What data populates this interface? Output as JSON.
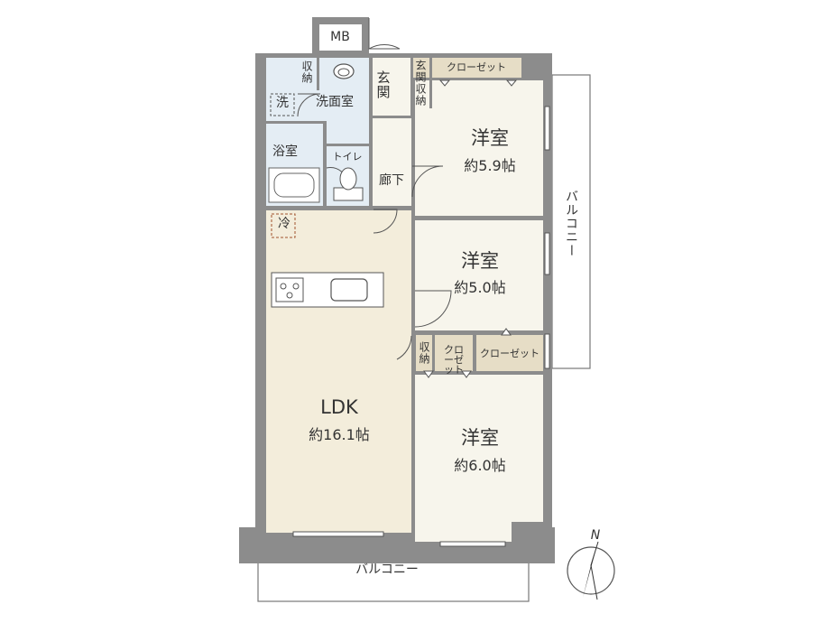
{
  "rooms": {
    "ldk": {
      "name": "LDK",
      "size": "約16.1帖"
    },
    "west_north": {
      "name": "洋室",
      "size": "約5.9帖"
    },
    "west_middle": {
      "name": "洋室",
      "size": "約5.0帖"
    },
    "west_south": {
      "name": "洋室",
      "size": "約6.0帖"
    }
  },
  "labels": {
    "mb": "MB",
    "storage_top": "収納",
    "washroom": "洗面室",
    "washer": "洗",
    "bathroom": "浴室",
    "toilet": "トイレ",
    "corridor": "廊下",
    "entrance": "玄関",
    "entrance_storage": "玄関収納",
    "closet_top": "クローゼット",
    "fridge": "冷",
    "storage_mid": "収納",
    "closet_small": "クローゼット",
    "closet_mid": "クローゼット",
    "balcony_south": "バルコニー",
    "balcony_east": "バルコニー",
    "north": "N"
  },
  "colors": {
    "wall": "#8c8c8c",
    "ldk_floor": "#f3eddb",
    "room_floor": "#f7f5ec",
    "wet_floor": "#e4edf4",
    "storage_floor": "#e6ddc6",
    "line": "#555555",
    "fixture": "#bfbfbf"
  }
}
